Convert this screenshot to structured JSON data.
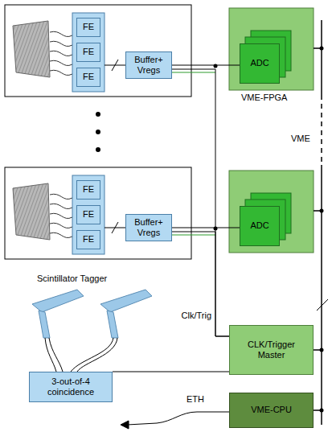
{
  "diagram": {
    "nodes": [
      {
        "text": [
          "FE"
        ]
      },
      {
        "text": [
          "FE"
        ]
      },
      {
        "text": [
          "FE"
        ]
      },
      {
        "text": [
          "Buffer+ Vregs"
        ]
      },
      {
        "text": [
          "ADC"
        ]
      },
      {
        "text": [
          "FE"
        ]
      },
      {
        "text": [
          "FE"
        ]
      },
      {
        "text": [
          "FE"
        ]
      },
      {
        "text": [
          "Buffer+ Vregs"
        ]
      },
      {
        "text": [
          "ADC"
        ]
      },
      {
        "text": [
          "CLK/Trigger Master"
        ]
      },
      {
        "text": [
          "3-out-of-4 coincidence"
        ]
      },
      {
        "text": [
          "VME-CPU"
        ]
      }
    ],
    "edges": [
      {
        "from": 3,
        "to": 4,
        "arrow": "none"
      },
      {
        "from": 8,
        "to": 9,
        "arrow": "none"
      },
      {
        "from": 10,
        "to": 3,
        "arrow": "none"
      },
      {
        "from": 10,
        "to": 8,
        "arrow": "none"
      },
      {
        "from": 11,
        "to": 10,
        "arrow": "none"
      }
    ],
    "labels": [
      "VME-FPGA",
      "VME",
      "Scintillator Tagger",
      "Clk/Trig",
      "ETH"
    ]
  }
}
